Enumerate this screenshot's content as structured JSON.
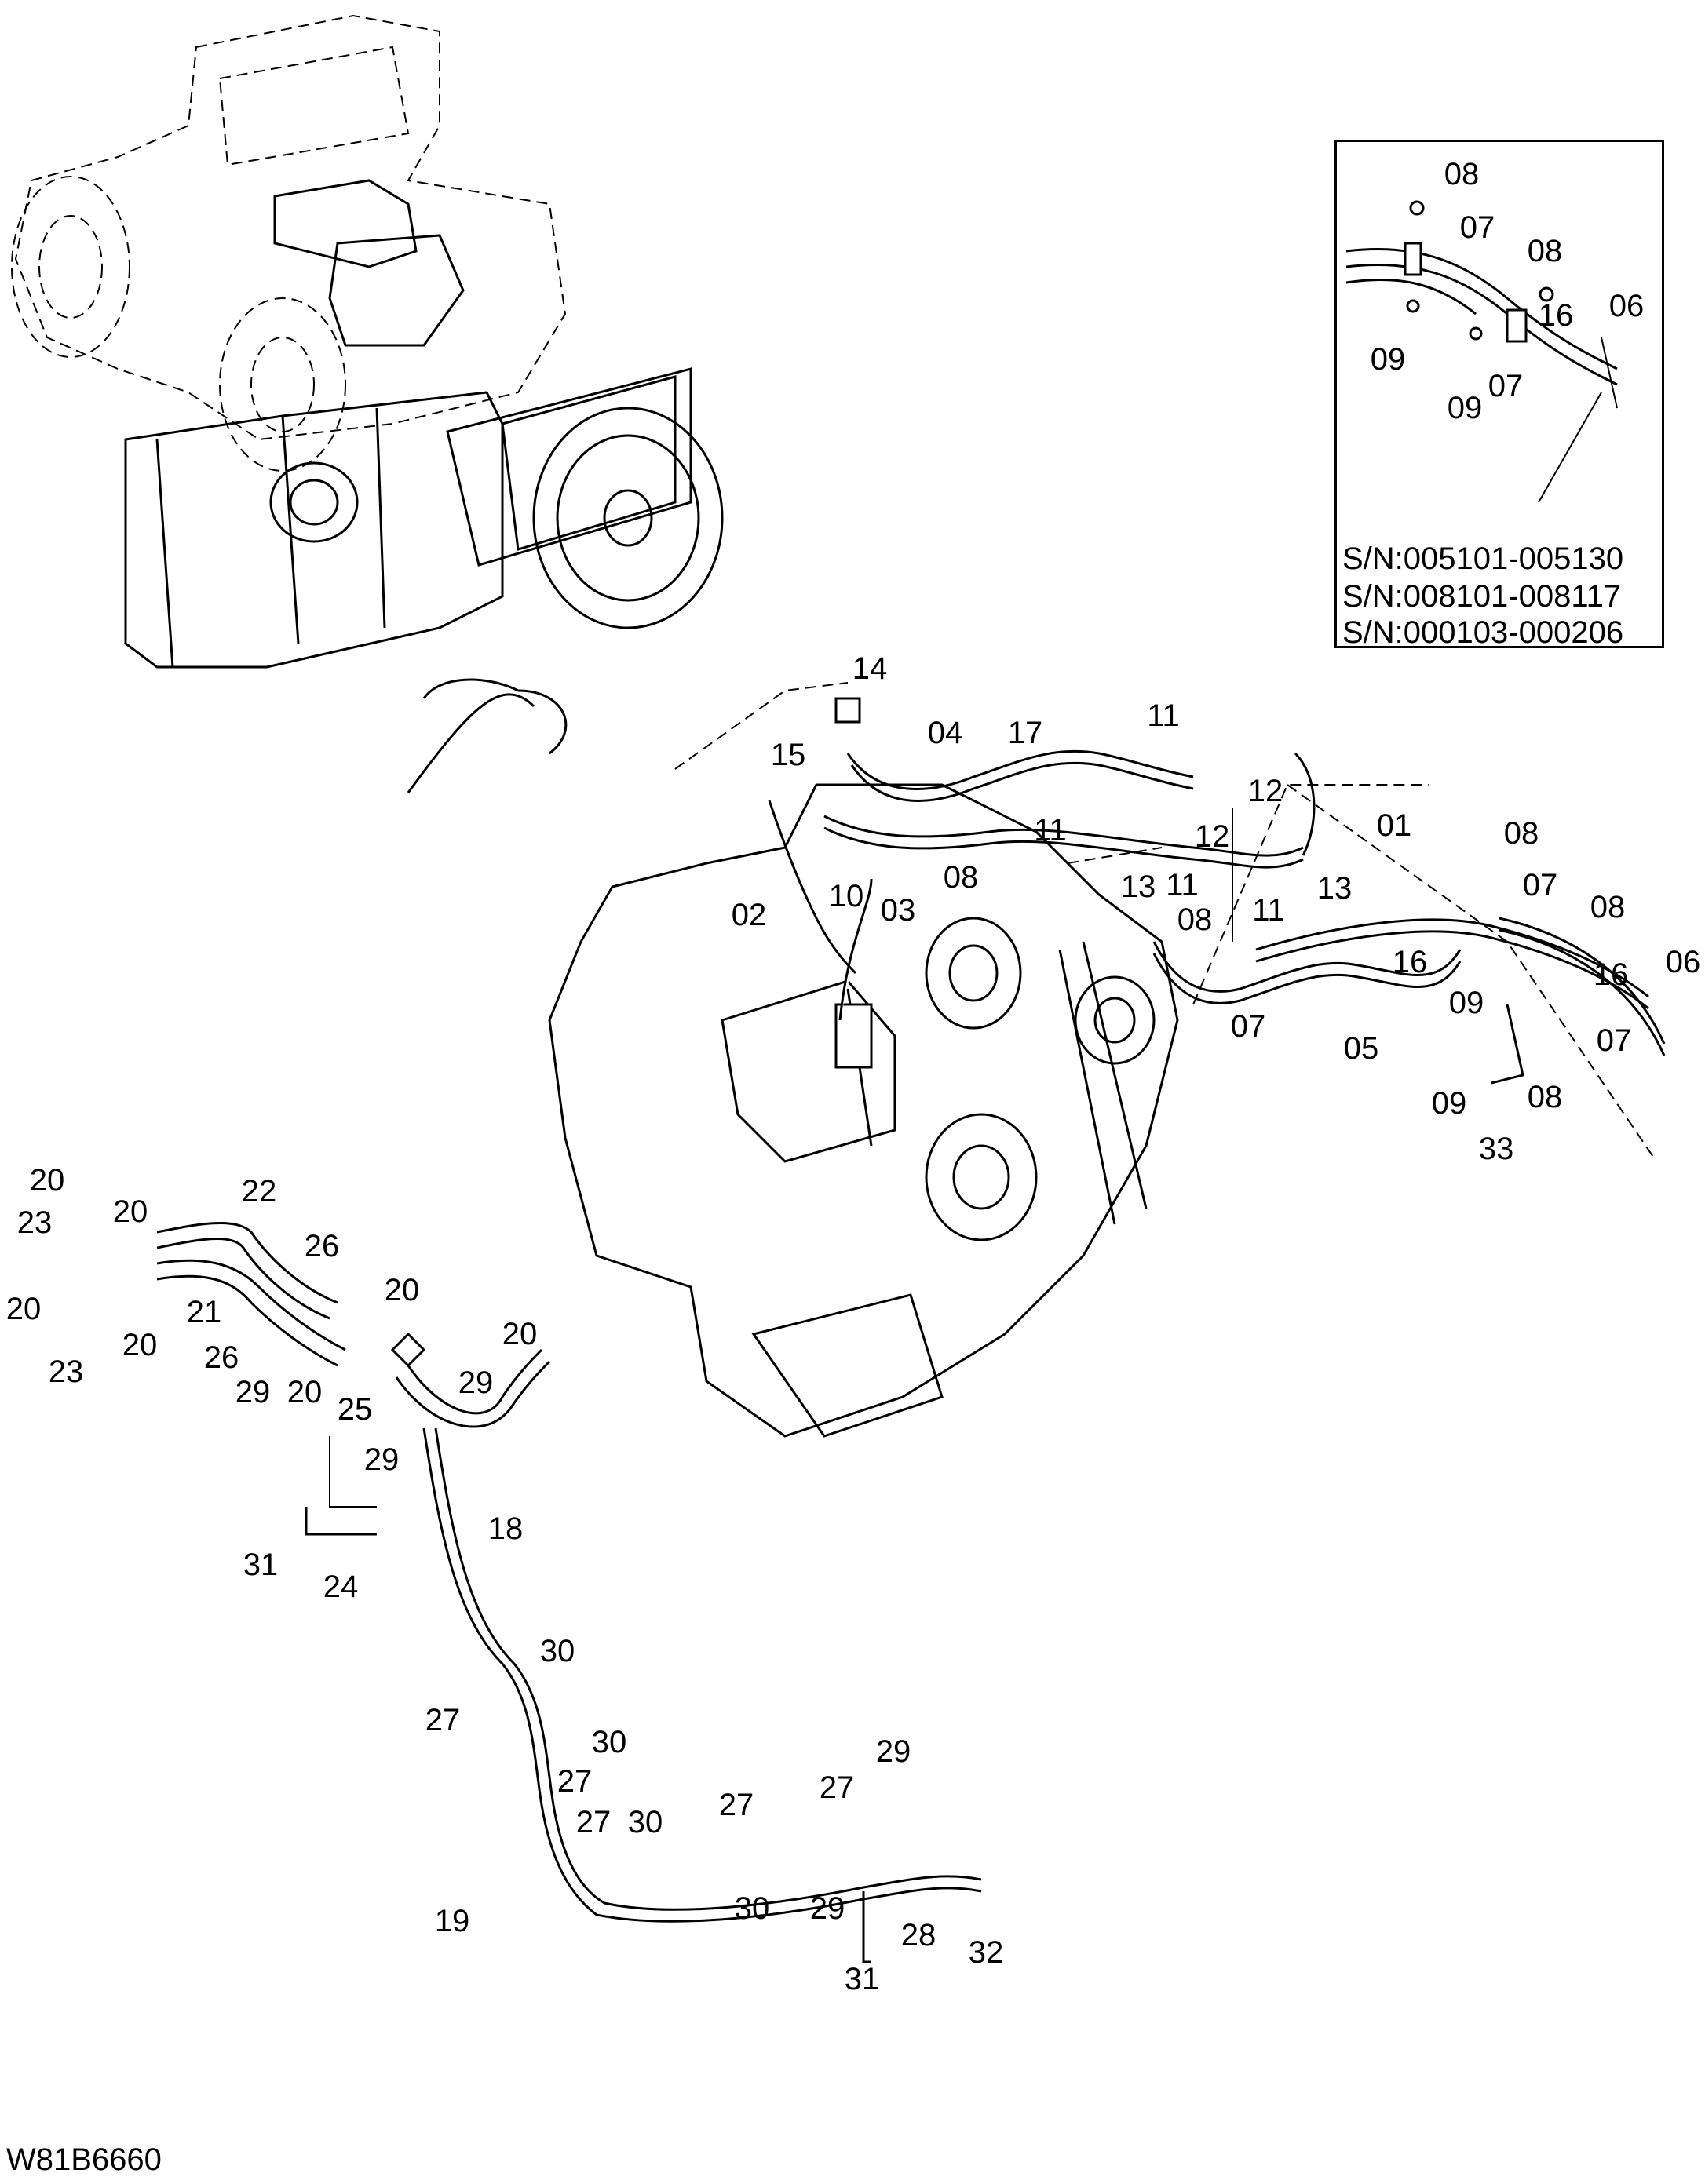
{
  "drawing_code": "W81B6660",
  "serial_numbers": [
    "S/N:005101-005130",
    "S/N:008101-008117",
    "S/N:000103-000206"
  ],
  "callouts": {
    "inset": [
      "08",
      "07",
      "08",
      "16",
      "06",
      "09",
      "09",
      "07"
    ],
    "upper": [
      "14",
      "15",
      "04",
      "17",
      "11",
      "02",
      "10",
      "03",
      "11",
      "08",
      "12",
      "12",
      "01",
      "08",
      "13",
      "11",
      "13",
      "11",
      "07",
      "08",
      "08",
      "16",
      "16",
      "06",
      "09",
      "07",
      "07",
      "05",
      "09",
      "33",
      "08"
    ],
    "lower": [
      "20",
      "22",
      "23",
      "20",
      "26",
      "20",
      "21",
      "20",
      "20",
      "23",
      "26",
      "29",
      "20",
      "20",
      "29",
      "25",
      "29",
      "18",
      "31",
      "24",
      "30",
      "27",
      "30",
      "27",
      "29",
      "27",
      "27",
      "27",
      "30",
      "19",
      "30",
      "29",
      "28",
      "31",
      "32"
    ]
  }
}
